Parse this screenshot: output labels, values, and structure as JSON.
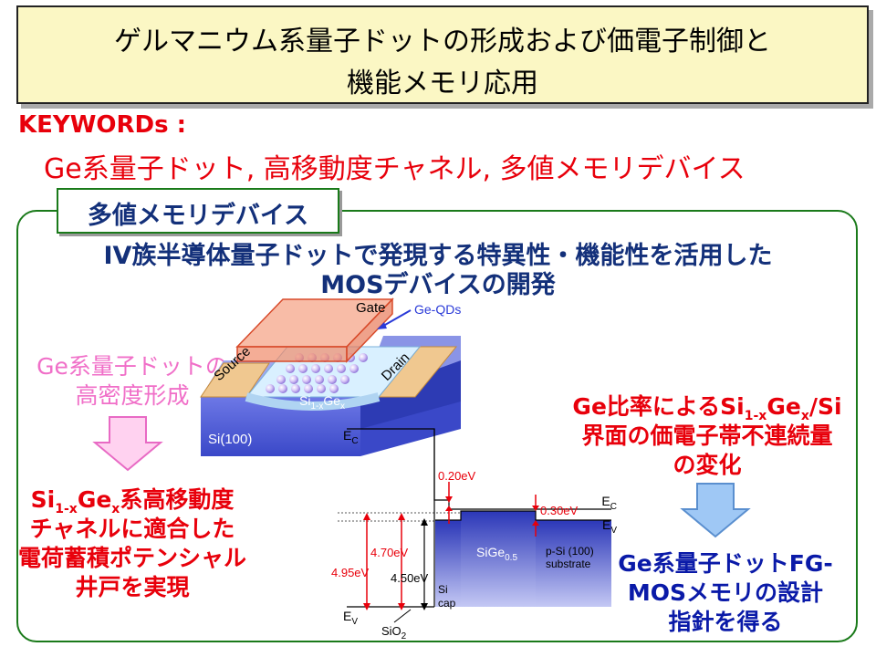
{
  "title": {
    "line1": "ゲルマニウム系量子ドットの形成および価電子制御と",
    "line2": "機能メモリ応用"
  },
  "keywords": {
    "label": "KEYWORDs :",
    "text": "Ge系量子ドット, 高移動度チャネル, 多値メモリデバイス"
  },
  "section": {
    "tag": "多値メモリデバイス",
    "heading1": "IV族半導体量子ドットで発現する特異性・機能性を活用した",
    "heading2": "MOSデバイスの開発"
  },
  "left": {
    "pink_line1": "Ge系量子ドットの",
    "pink_line2": "高密度形成",
    "red_line1_a": "Si",
    "red_line1_sub": "1-x",
    "red_line1_b": "Ge",
    "red_line1_sub2": "x",
    "red_line1_c": "系高移動度",
    "red_line2": "チャネルに適合した",
    "red_line3": "電荷蓄積ポテンシャル",
    "red_line4": "井戸を実現"
  },
  "right": {
    "red_line1_a": "Ge比率によるSi",
    "red_line1_sub": "1-x",
    "red_line1_b": "Ge",
    "red_line1_sub2": "x",
    "red_line1_c": "/Si",
    "red_line2": "界面の価電子帯不連続量",
    "red_line3": "の変化",
    "blue_line1": "Ge系量子ドットFG-",
    "blue_line2": "MOSメモリの設計",
    "blue_line3": "指針を得る"
  },
  "device": {
    "gate": "Gate",
    "qds": "Ge-QDs",
    "source": "Source",
    "drain": "Drain",
    "channel_a": "Si",
    "channel_sub": "1-x",
    "channel_b": "Ge",
    "channel_sub2": "x",
    "substrate": "Si(100)"
  },
  "band": {
    "ec": "E",
    "ec_sub": "C",
    "ev": "E",
    "ev_sub": "V",
    "v020": "0.20eV",
    "v030": "0.30eV",
    "v470": "4.70eV",
    "v495": "4.95eV",
    "v450": "4.50eV",
    "sige_a": "SiGe",
    "sige_sub": "0.5",
    "psi1": "p-Si (100)",
    "psi2": "substrate",
    "sicap1": "Si",
    "sicap2": "cap",
    "sio2_a": "SiO",
    "sio2_sub": "2"
  },
  "colors": {
    "red": "#e8000b",
    "navy": "#13307a",
    "pink": "#f06fc8",
    "blue": "#0a1aa8",
    "green": "#1a7a1a",
    "title_bg": "#fbf7c4"
  }
}
